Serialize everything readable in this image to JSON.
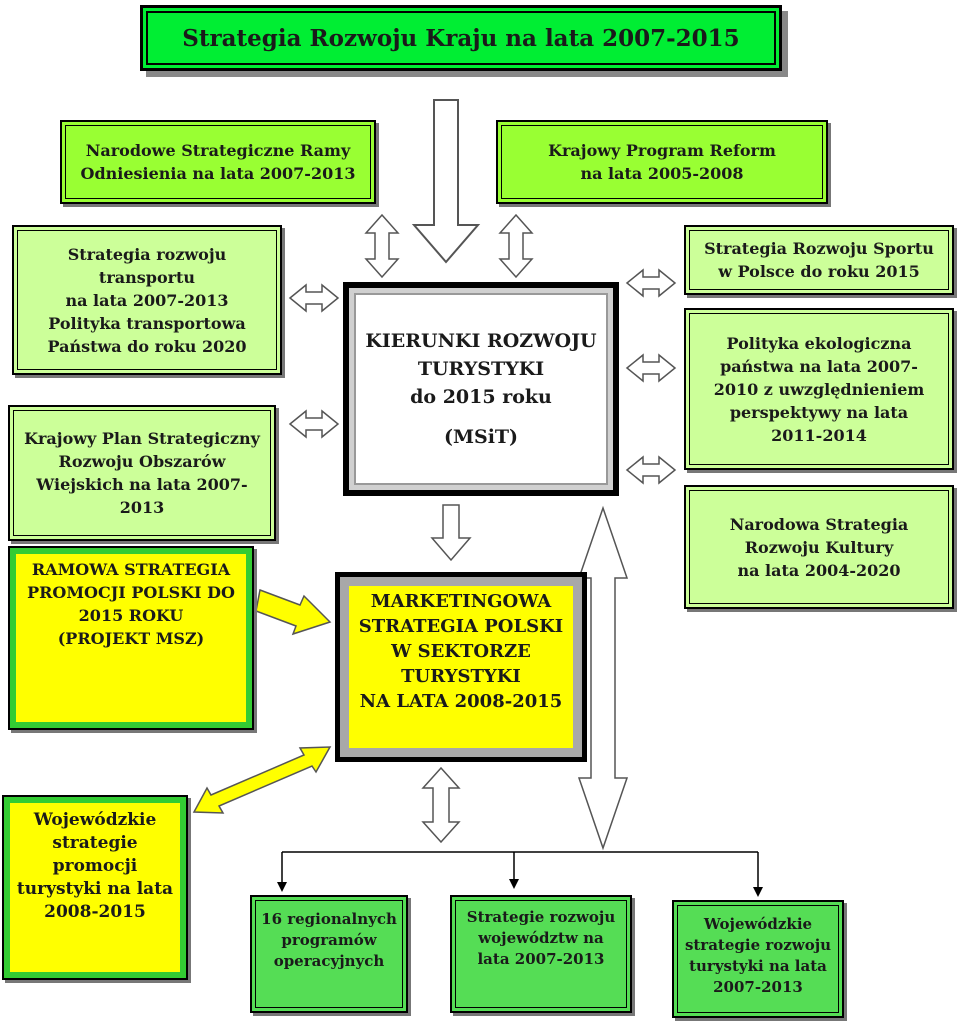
{
  "title": "Strategia Rozwoju Kraju na lata 2007-2015",
  "boxes": {
    "nsro": "Narodowe Strategiczne Ramy\nOdniesienia na lata 2007-2013",
    "kpr": "Krajowy Program Reform\nna lata 2005-2008",
    "transport": "Strategia rozwoju\ntransportu\nna lata 2007-2013\nPolityka transportowa\nPaństwa do roku 2020",
    "kps": "Krajowy Plan Strategiczny\nRozwoju Obszarów\nWiejskich na lata 2007-\n2013",
    "sport": "Strategia Rozwoju Sportu\nw Polsce do roku 2015",
    "ekologia": "Polityka ekologiczna\npaństwa na lata 2007-\n2010 z uwzględnieniem\nperspektywy na lata\n2011-2014",
    "kultura": "Narodowa Strategia\nRozwoju Kultury\nna lata 2004-2020",
    "kierunki": "KIERUNKI ROZWOJU\nTURYSTYKI\ndo 2015 roku",
    "kierunki_msit": "(MSiT)",
    "ramowa": "RAMOWA STRATEGIA\nPROMOCJI POLSKI DO\n2015 ROKU\n(PROJEKT MSZ)",
    "marketingowa": "MARKETINGOWA\nSTRATEGIA POLSKI\nW SEKTORZE\nTURYSTYKI\nNA LATA 2008-2015",
    "wojewodzkie_promocji": "Wojewódzkie\nstrategie\npromocji\nturystyki na lata\n2008-2015",
    "regionalne": "16 regionalnych\nprogramów\noperacyjnych",
    "strategie_woj": "Strategie rozwoju\nwojewództw na\nlata 2007-2013",
    "wojewodzkie_rozwoju": "Wojewódzkie\nstrategie rozwoju\nturystyki na lata\n2007-2013"
  },
  "colors": {
    "light_green": "#ccff99",
    "medium_green": "#99ff33",
    "title_green": "#00ee33",
    "dark_green": "#55dd55",
    "yellow": "#ffff00",
    "frame_gray": "#a8a8a8"
  }
}
